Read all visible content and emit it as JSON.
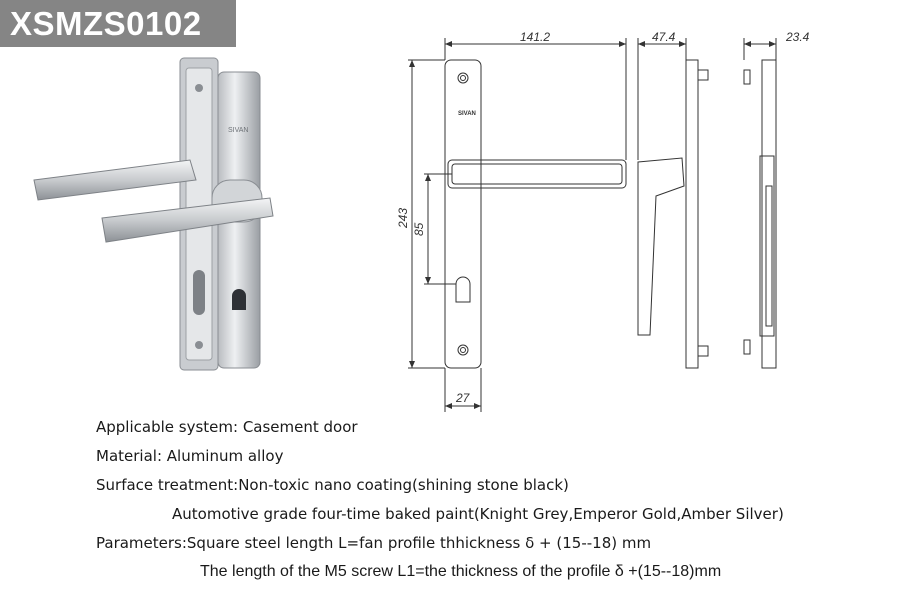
{
  "product_code": "XSMZS0102",
  "handle_logo": "SIVAN",
  "dimensions": {
    "overall_width": "141.2",
    "side_depth": "47.4",
    "plate_depth": "23.4",
    "plate_height": "243",
    "center_distance": "85",
    "plate_width": "27"
  },
  "specs": [
    "Applicable system: Casement door",
    "Material: Aluminum alloy",
    "Surface treatment:Non-toxic nano coating(shining stone black)",
    "Automotive grade four-time baked paint(Knight Grey,Emperor Gold,Amber Silver)",
    "Parameters:Square steel length L=fan profile thhickness δ + (15--18) mm",
    "The length of the M5 screw L1=the thickness of the profile δ +(15--18)mm"
  ],
  "colors": {
    "badge_bg": "#858585",
    "badge_text": "#ffffff",
    "line": "#333333"
  }
}
